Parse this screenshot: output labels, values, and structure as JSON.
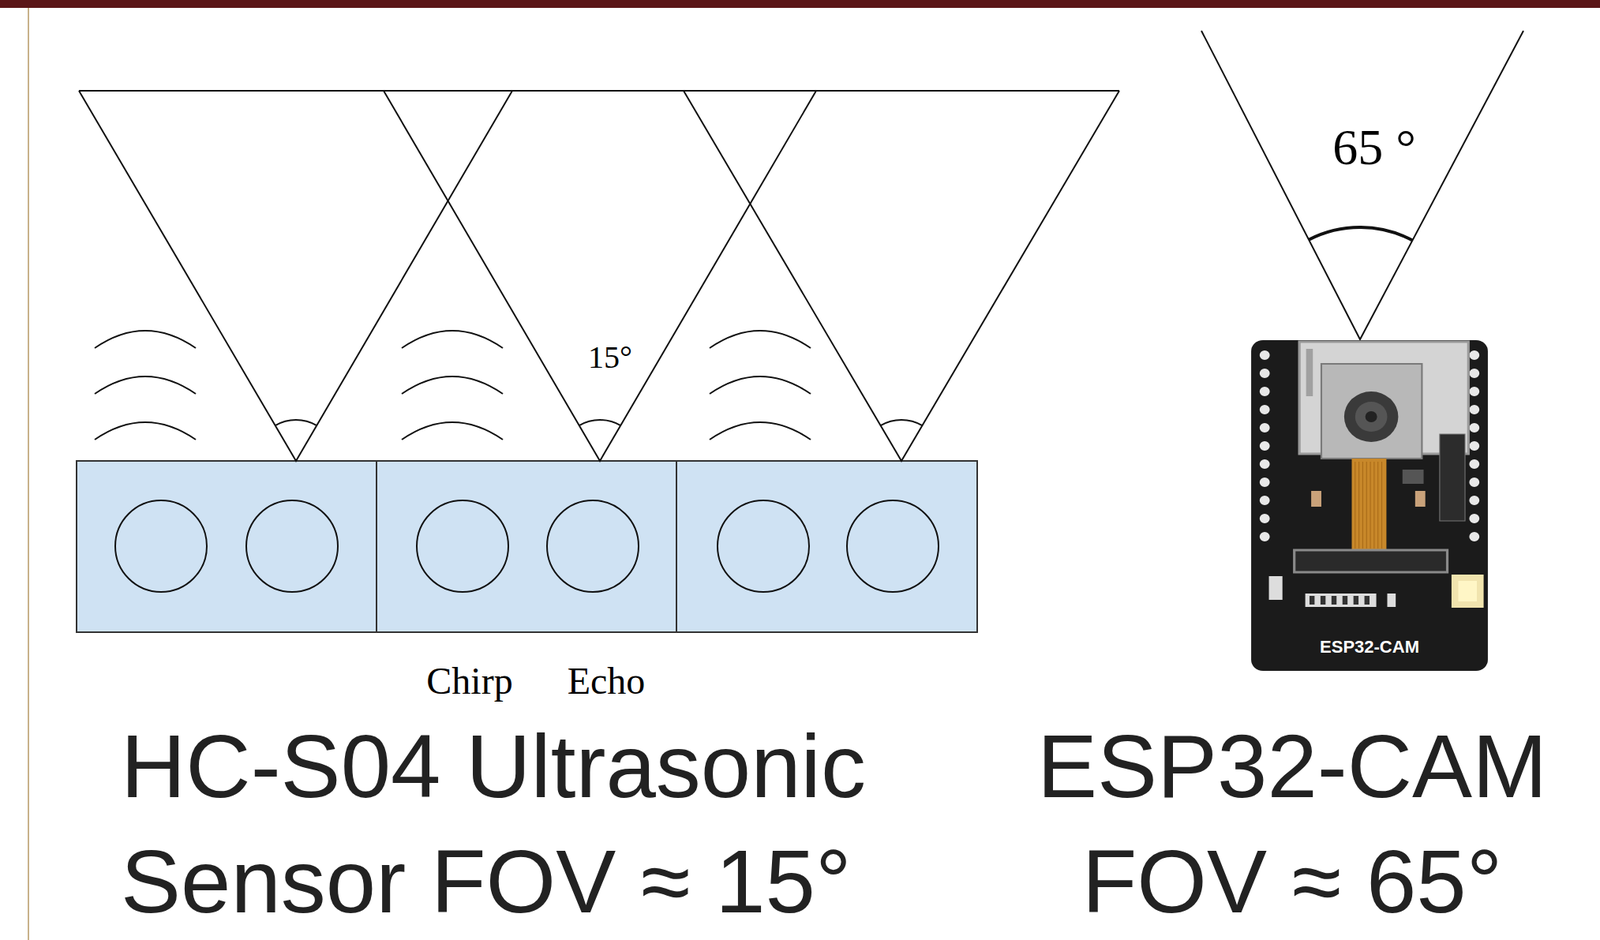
{
  "diagram": {
    "nodes": [
      {
        "text": [
          "ESP32-CAM"
        ]
      }
    ],
    "labels": [
      "15°",
      "Chirp",
      "Echo",
      "HC-S04 Ultrasonic Sensor FOV ≈ 15°",
      "65 °",
      "ESP32-CAM FOV ≈ 65°"
    ]
  }
}
